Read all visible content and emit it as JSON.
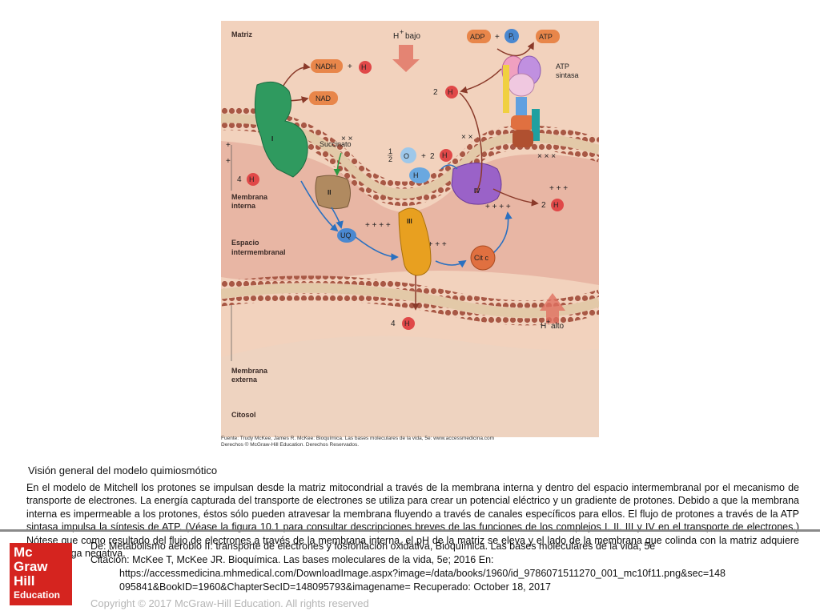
{
  "figure": {
    "labels": {
      "matrix": "Matriz",
      "inner_membrane_1": "Membrana",
      "inner_membrane_2": "interna",
      "intermembrane_1": "Espacio",
      "intermembrane_2": "intermembranal",
      "outer_membrane_1": "Membrana",
      "outer_membrane_2": "externa",
      "cytosol": "Citosol",
      "h_low": "bajo",
      "h_high": "alto",
      "atp_synthase_1": "ATP",
      "atp_synthase_2": "sintasa",
      "succinate": "Succinato"
    },
    "complexes": {
      "c1": "I",
      "c2": "II",
      "c3": "III",
      "c4": "IV"
    },
    "molecules": {
      "nadh": "NADH",
      "nad": "NAD",
      "adp": "ADP",
      "pi": "P",
      "pi_sub": "i",
      "atp": "ATP",
      "uq": "UQ",
      "cytc": "Cit c",
      "o2": "O",
      "h2o": "H",
      "h": "H",
      "half": "1",
      "half_den": "2",
      "count_4": "4",
      "count_2": "2",
      "plus": "+"
    },
    "source_line1": "Fuente: Trudy McKee, James R. McKee: Bioquímica. Las bases moleculares de la vida, 5e: www.accessmedicina.com",
    "source_line2": "Derechos © McGraw-Hill Education. Derechos Reservados."
  },
  "caption": {
    "title": "Visión general del modelo quimiosmótico",
    "body": "En el modelo de Mitchell los protones se impulsan desde la matriz mitocondrial a través de la membrana interna y dentro del espacio intermembranal por el mecanismo de transporte de electrones. La energía capturada del transporte de electrones se utiliza para crear un potencial eléctrico y un gradiente de protones. Debido a que la membrana interna es impermeable a los protones, éstos sólo pueden atravesar la membrana fluyendo a través de canales específicos para ellos. El flujo de protones a través de la ATP sintasa impulsa la síntesis de ATP. (Véase la figura 10.1 para consultar descripciones breves de las funciones de los complejos I, II, III y IV en el transporte de electrones.) Nótese que como resultado del flujo de electrones a través de la membrana interna, el pH de la matriz se eleva y el lado de la membrana que colinda con la matriz adquiere mayor carga negativa."
  },
  "logo": {
    "line1": "Mc",
    "line2": "Graw",
    "line3": "Hill",
    "line4": "Education"
  },
  "citation": {
    "line1": "De: Metabolismo aerobio II: transporte de electrones y fosforilación oxidativa, Bioquímica. Las bases moleculares de la vida, 5e",
    "line2": "Citación: McKee T, McKee JR. Bioquímica. Las bases moleculares de la vida, 5e; 2016 En:",
    "line3": "https://accessmedicina.mhmedical.com/DownloadImage.aspx?image=/data/books/1960/id_9786071511270_001_mc10f11.png&sec=148",
    "line4": "095841&BookID=1960&ChapterSecID=148095793&imagename= Recuperado: October 18, 2017"
  },
  "copyright": "Copyright © 2017 McGraw-Hill Education. All rights reserved",
  "colors": {
    "matrix_bg": "#f2d2bd",
    "intermembrane_bg": "#e8b6a4",
    "membrane_head": "#a85845",
    "complex_I": "#2f9a5f",
    "complex_II": "#b08a60",
    "complex_III": "#e8a020",
    "complex_IV": "#9a62c8",
    "cytc": "#e07040",
    "proton": "#e04848",
    "mcgraw_red": "#d5241f"
  }
}
